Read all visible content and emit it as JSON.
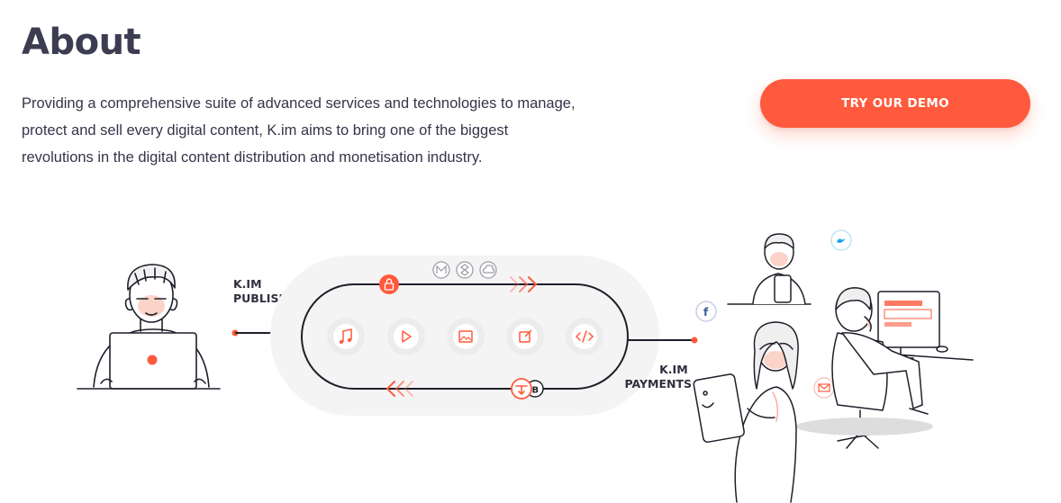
{
  "about": {
    "title": "About",
    "description_lines": [
      "Providing a comprehensive suite of advanced services and technologies to manage,",
      "protect and sell every digital content, K.im aims to bring one of the biggest",
      "revolutions in the digital content distribution and monetisation industry."
    ]
  },
  "cta": {
    "label": "TRY OUR DEMO"
  },
  "illustration": {
    "publishing_label": [
      "K.IM",
      "PUBLISHING"
    ],
    "payments_label": [
      "K.IM",
      "PAYMENTS"
    ],
    "content_icons": [
      "music-icon",
      "play-icon",
      "image-icon",
      "edit-icon",
      "code-icon"
    ],
    "top_icons": [
      "gmail-icon",
      "dropbox-icon",
      "cloud-icon"
    ],
    "social_icons": [
      "twitter-icon",
      "facebook-icon",
      "mail-icon"
    ],
    "colors": {
      "accent": "#ff5a3d",
      "line": "#1f1f2a",
      "pill_bg": "#f4f4f4",
      "icon_circle": "#ececec"
    }
  }
}
